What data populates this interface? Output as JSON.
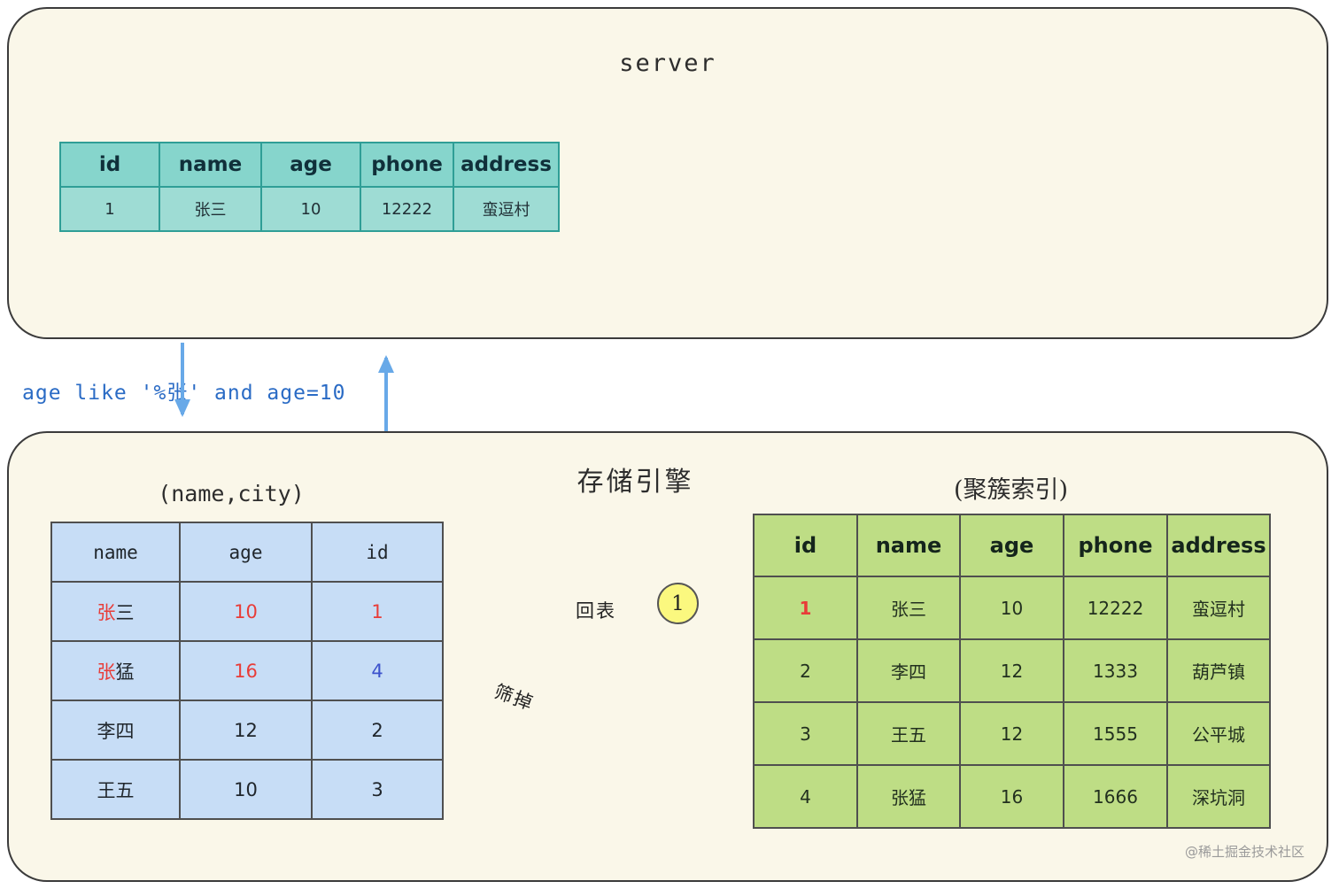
{
  "server_box": {
    "title": "server",
    "table": {
      "headers": [
        "id",
        "name",
        "age",
        "phone",
        "address"
      ],
      "row": [
        "1",
        "张三",
        "10",
        "12222",
        "蛮逗村"
      ]
    }
  },
  "query": {
    "text": "age like '%张' and age=10"
  },
  "engine_box": {
    "title": "存储引擎",
    "secondary_index": {
      "label": "(name,city)",
      "headers": [
        "name",
        "age",
        "id"
      ],
      "rows": [
        {
          "name_hl": "张",
          "name_rest": "三",
          "age": "10",
          "id": "1"
        },
        {
          "name_hl": "张",
          "name_rest": "猛",
          "age": "16",
          "id": "4"
        },
        {
          "name_hl": "",
          "name_rest": "李四",
          "age": "12",
          "id": "2"
        },
        {
          "name_hl": "",
          "name_rest": "王五",
          "age": "10",
          "id": "3"
        }
      ]
    },
    "clustered_index": {
      "label": "(聚簇索引)",
      "headers": [
        "id",
        "name",
        "age",
        "phone",
        "address"
      ],
      "rows": [
        [
          "1",
          "张三",
          "10",
          "12222",
          "蛮逗村"
        ],
        [
          "2",
          "李四",
          "12",
          "1333",
          "葫芦镇"
        ],
        [
          "3",
          "王五",
          "12",
          "1555",
          "公平城"
        ],
        [
          "4",
          "张猛",
          "16",
          "1666",
          "深坑洞"
        ]
      ]
    },
    "labels": {
      "back_to_table": "回表",
      "filter_out": "筛掉",
      "circle_value": "1"
    }
  },
  "watermark": "@稀土掘金技术社区",
  "colors": {
    "box_background": "#faf7e9",
    "arrow_blue": "#68a9e8",
    "query_text_blue": "#2a6bc5",
    "highlight_red": "#e83c38",
    "highlight_blue": "#3c52cc",
    "server_table_teal": "#9edcd4",
    "secondary_table_blue": "#c7ddf6",
    "clustered_table_green": "#bedd85",
    "circle_yellow": "#fbf87f"
  }
}
